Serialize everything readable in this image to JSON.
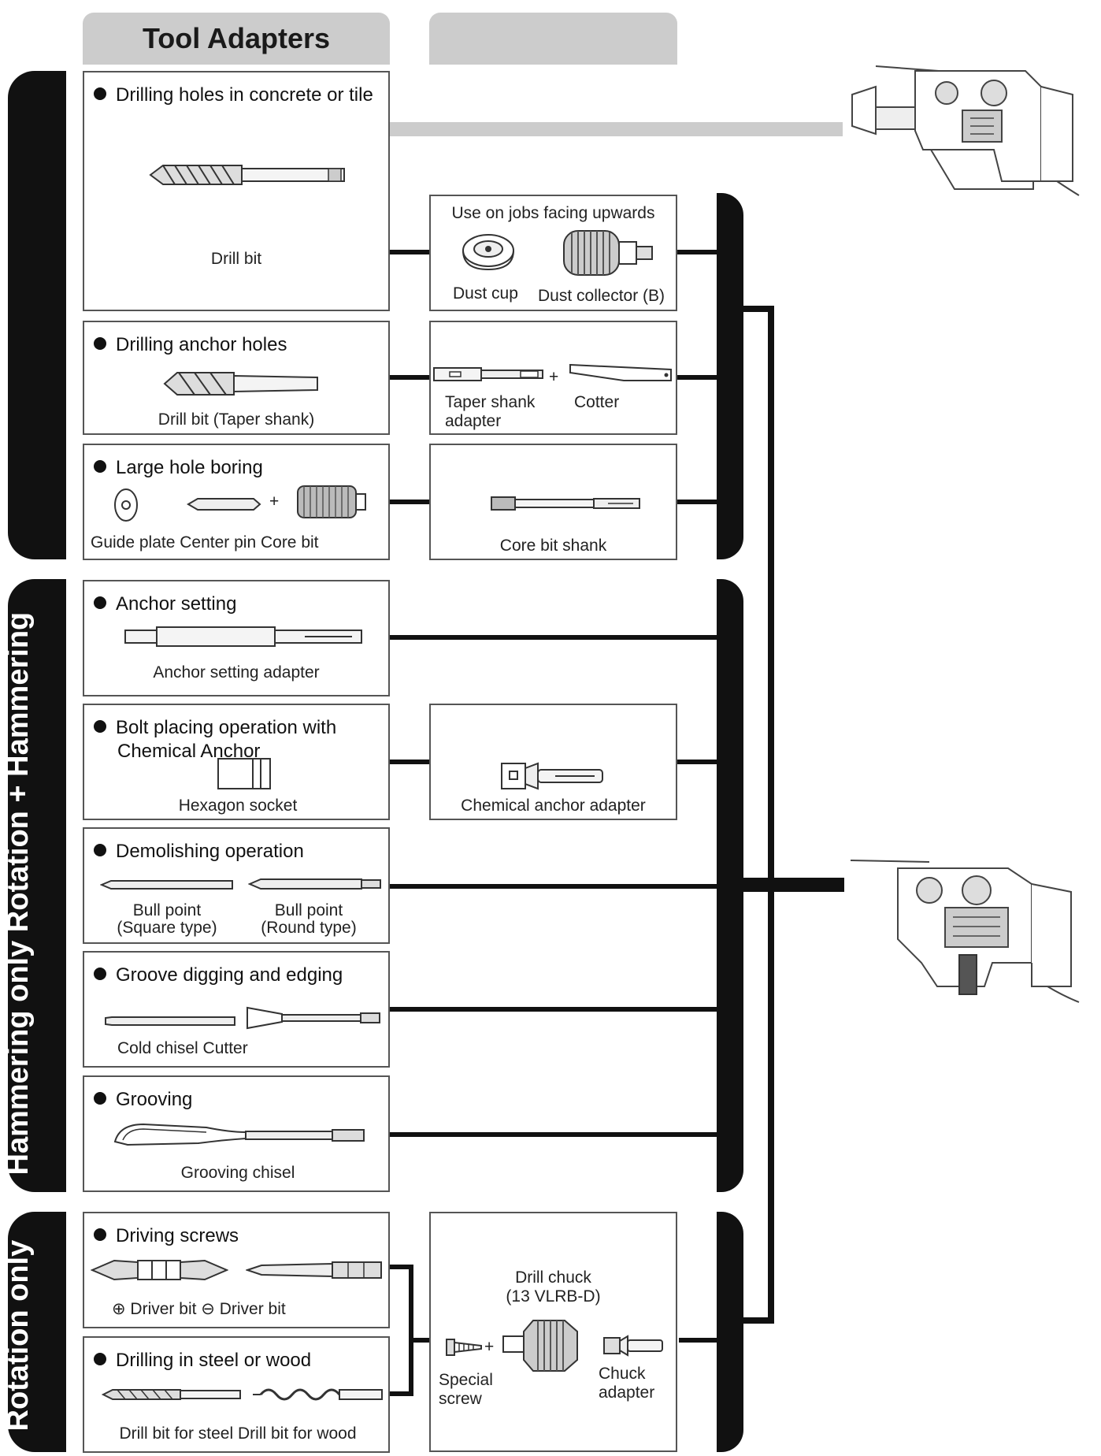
{
  "header": {
    "title": "Tool Adapters"
  },
  "modes": {
    "rotation_hammering": "Rotation + Hammering",
    "hammering_only": "Hammering only",
    "rotation_only": "Rotation only"
  },
  "applications": {
    "concrete": {
      "title": "Drilling holes in concrete or tile",
      "drill_bit": "Drill bit"
    },
    "anchor_holes": {
      "title": "Drilling anchor holes",
      "drill_bit": "Drill bit (Taper shank)"
    },
    "large_hole": {
      "title": "Large hole boring",
      "parts": "Guide plate Center pin Core bit"
    },
    "anchor_setting": {
      "title": "Anchor  setting",
      "adapter": "Anchor setting adapter"
    },
    "bolt_placing": {
      "title_line1": "Bolt placing operation with",
      "title_line2": "Chemical Anchor",
      "socket": "Hexagon socket"
    },
    "demolishing": {
      "title": "Demolishing  operation",
      "bull_square_1": "Bull point",
      "bull_square_2": "(Square type)",
      "bull_round_1": "Bull point",
      "bull_round_2": "(Round type)"
    },
    "groove": {
      "title": "Groove digging and edging",
      "tools": "Cold chisel  Cutter"
    },
    "grooving": {
      "title": "Grooving",
      "tool": "Grooving chisel"
    },
    "driving_screws": {
      "title": "Driving  screws",
      "bits": "⊕ Driver bit ⊖ Driver bit"
    },
    "steel_wood": {
      "title": "Drilling in steel or wood",
      "bits": "Drill bit for steel Drill bit for wood"
    }
  },
  "adapters": {
    "dust": {
      "note": "Use on jobs facing upwards",
      "cup": "Dust cup",
      "collector": "Dust collector (B)"
    },
    "taper": {
      "shank_line1": "Taper shank",
      "shank_line2": "adapter",
      "cotter": "Cotter"
    },
    "core": {
      "shank": "Core bit shank"
    },
    "chemical": {
      "adapter": "Chemical anchor adapter"
    },
    "chuck": {
      "title_line1": "Drill chuck",
      "title_line2": "(13 VLRB-D)",
      "screw_line1": "Special",
      "screw_line2": "screw",
      "adapter_line1": "Chuck",
      "adapter_line2": "adapter"
    }
  },
  "symbols": {
    "plus": "+"
  }
}
